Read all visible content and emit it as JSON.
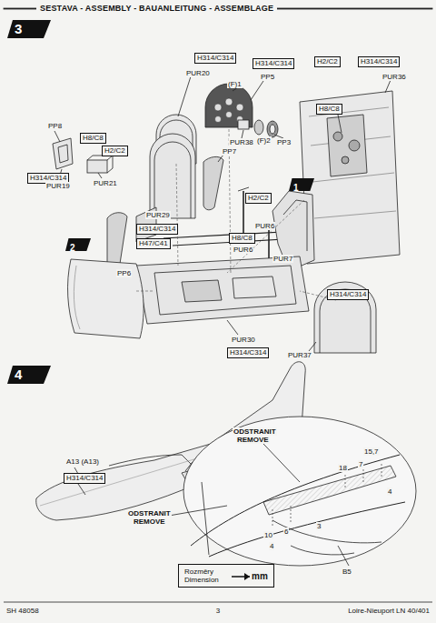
{
  "diagram": {
    "title": "SESTAVA - ASSEMBLY - BAUANLEITUNG - ASSEMBLAGE",
    "nodes": [
      {
        "text": [
          "3"
        ]
      },
      {
        "text": [
          "H8/C8"
        ]
      },
      {
        "text": [
          "H2/C2"
        ]
      },
      {
        "text": [
          "H314/C314"
        ]
      },
      {
        "text": [
          "H314/C314"
        ]
      },
      {
        "text": [
          "H314/C314"
        ]
      },
      {
        "text": [
          "H2/C2"
        ]
      },
      {
        "text": [
          "H2/C2"
        ]
      },
      {
        "text": [
          "H314/C314"
        ]
      },
      {
        "text": [
          "H8/C8"
        ]
      },
      {
        "text": [
          "H314/C314"
        ]
      },
      {
        "text": [
          "H47/C41"
        ]
      },
      {
        "text": [
          "H8/C8"
        ]
      },
      {
        "text": [
          "1"
        ]
      },
      {
        "text": [
          "H314/C314"
        ]
      },
      {
        "text": [
          "2"
        ]
      },
      {
        "text": [
          "H314/C314"
        ]
      },
      {
        "text": [
          "4"
        ]
      },
      {
        "text": [
          "H314/C314"
        ]
      },
      {
        "text": [
          "Rozměry Dimension",
          "mm"
        ]
      }
    ],
    "labels": [
      "PP8",
      "PUR19",
      "PUR21",
      "PUR20",
      "(F)1",
      "PP5",
      "PUR38",
      "(F)2",
      "PP3",
      "PUR36",
      "PP7",
      "PUR29",
      "PP6",
      "PUR7",
      "PUR6",
      "PUR6",
      "PUR30",
      "PUR37",
      "A13 (A13)",
      "ODSTRANIT",
      "REMOVE",
      "ODSTRANIT",
      "REMOVE",
      "15,7",
      "18",
      "7",
      "10",
      "6",
      "3",
      "4",
      "4",
      "B5",
      "SH 48058",
      "3",
      "Loire-Nieuport LN 40/401"
    ]
  }
}
